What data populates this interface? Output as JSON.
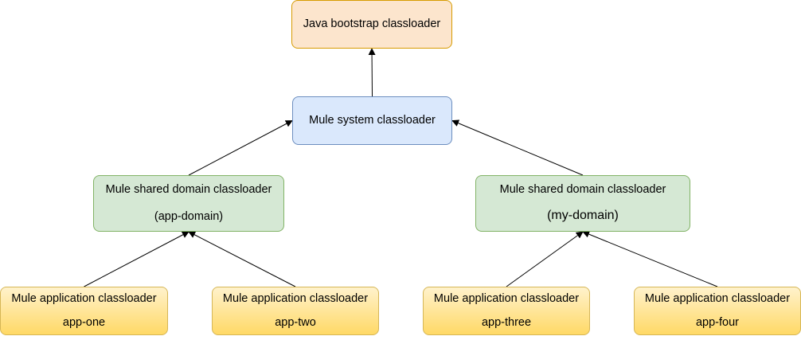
{
  "diagram": {
    "nodes": [
      {
        "id": "java-bootstrap",
        "lines": [
          "Java bootstrap classloader"
        ],
        "style": "bootstrap",
        "parent": null
      },
      {
        "id": "mule-system",
        "lines": [
          "Mule system classloader"
        ],
        "style": "system",
        "parent": "java-bootstrap"
      },
      {
        "id": "domain-app-domain",
        "lines": [
          "Mule shared domain classloader",
          "(app-domain)"
        ],
        "style": "domain",
        "parent": "mule-system"
      },
      {
        "id": "domain-my-domain",
        "lines": [
          "Mule shared domain classloader",
          "(my-domain)"
        ],
        "style": "domain",
        "parent": "mule-system"
      },
      {
        "id": "app-one",
        "lines": [
          "Mule application classloader",
          "app-one"
        ],
        "style": "app",
        "parent": "domain-app-domain"
      },
      {
        "id": "app-two",
        "lines": [
          "Mule application classloader",
          "app-two"
        ],
        "style": "app",
        "parent": "domain-app-domain"
      },
      {
        "id": "app-three",
        "lines": [
          "Mule application classloader",
          "app-three"
        ],
        "style": "app",
        "parent": "domain-my-domain"
      },
      {
        "id": "app-four",
        "lines": [
          "Mule application classloader",
          "app-four"
        ],
        "style": "app",
        "parent": "domain-my-domain"
      }
    ],
    "colors": {
      "bootstrap_fill": "#fce5cd",
      "bootstrap_stroke": "#d79b00",
      "system_fill": "#dae8fc",
      "system_stroke": "#6c8ebf",
      "domain_fill": "#d5e8d4",
      "domain_stroke": "#82b366",
      "app_fill_top": "#fff2cc",
      "app_fill_bottom": "#ffd966",
      "app_stroke": "#d6b656",
      "arrow": "#000000"
    }
  }
}
